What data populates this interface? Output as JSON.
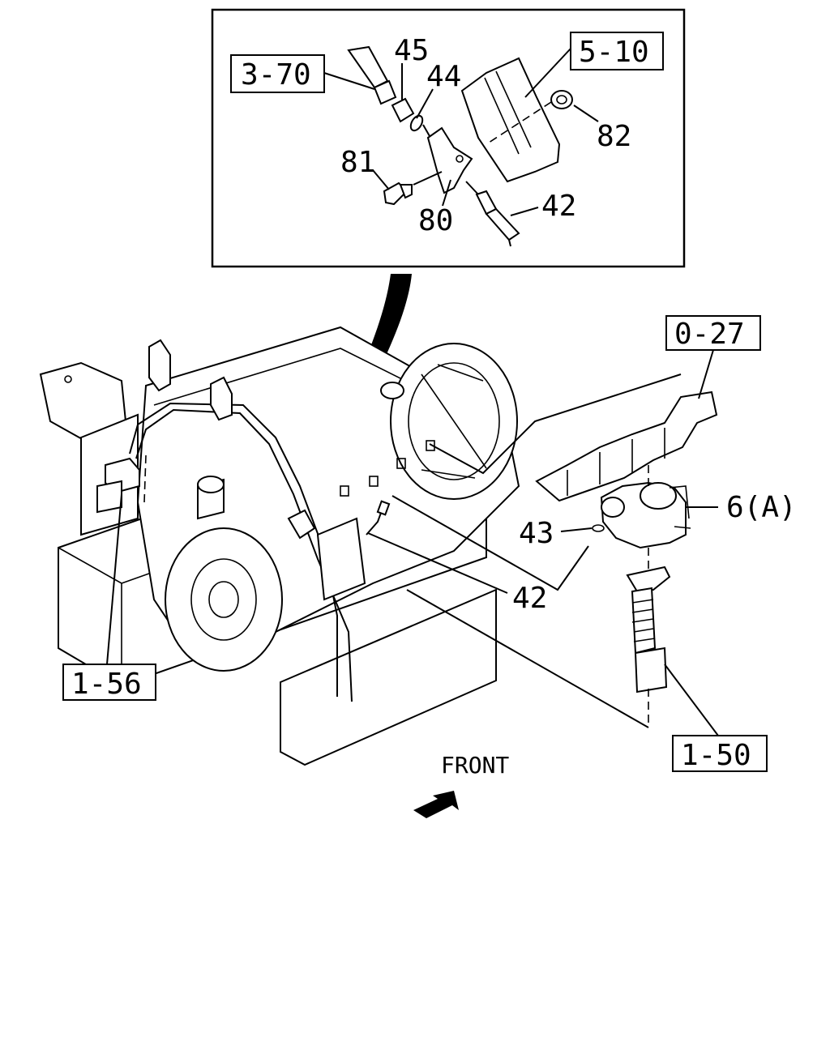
{
  "refs": {
    "r3_70": "3-70",
    "r5_10": "5-10",
    "r0_27": "0-27",
    "r1_56": "1-56",
    "r1_50": "1-50"
  },
  "parts": {
    "p45": "45",
    "p44": "44",
    "p82": "82",
    "p81": "81",
    "p80": "80",
    "p42_inset": "42",
    "p6a": "6(A)",
    "p43": "43",
    "p42_main": "42"
  },
  "front_label": "FRONT",
  "icons": {
    "front_arrow": "front-arrow-icon",
    "detail_pointer": "detail-pointer-icon"
  }
}
